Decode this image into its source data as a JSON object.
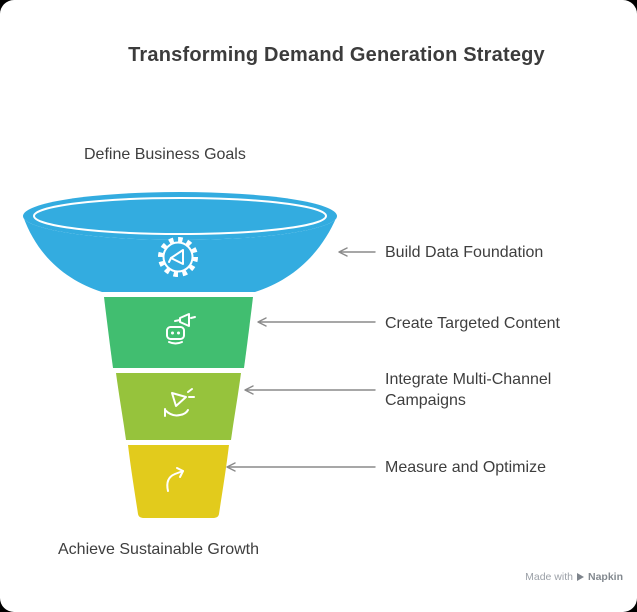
{
  "title": "Transforming Demand Generation Strategy",
  "labels": {
    "top": "Define Business Goals",
    "bottom": "Achieve Sustainable Growth"
  },
  "funnel": {
    "type": "funnel",
    "segments": [
      {
        "label": "Build Data Foundation",
        "color": "#33ACE0",
        "icon": "gear-megaphone-icon"
      },
      {
        "label": "Create Targeted Content",
        "color": "#41BE70",
        "icon": "robot-megaphone-icon"
      },
      {
        "label": "Integrate Multi-Channel Campaigns",
        "color": "#96C33C",
        "icon": "hand-megaphone-icon"
      },
      {
        "label": "Measure and Optimize",
        "color": "#E2CB1C",
        "icon": "growth-arrow-icon"
      }
    ]
  },
  "watermark": {
    "made_with": "Made with",
    "brand": "Napkin"
  },
  "colors": {
    "text": "#3E3E3E",
    "arrow": "#8A8A8A",
    "background": "#FFFFFF"
  }
}
